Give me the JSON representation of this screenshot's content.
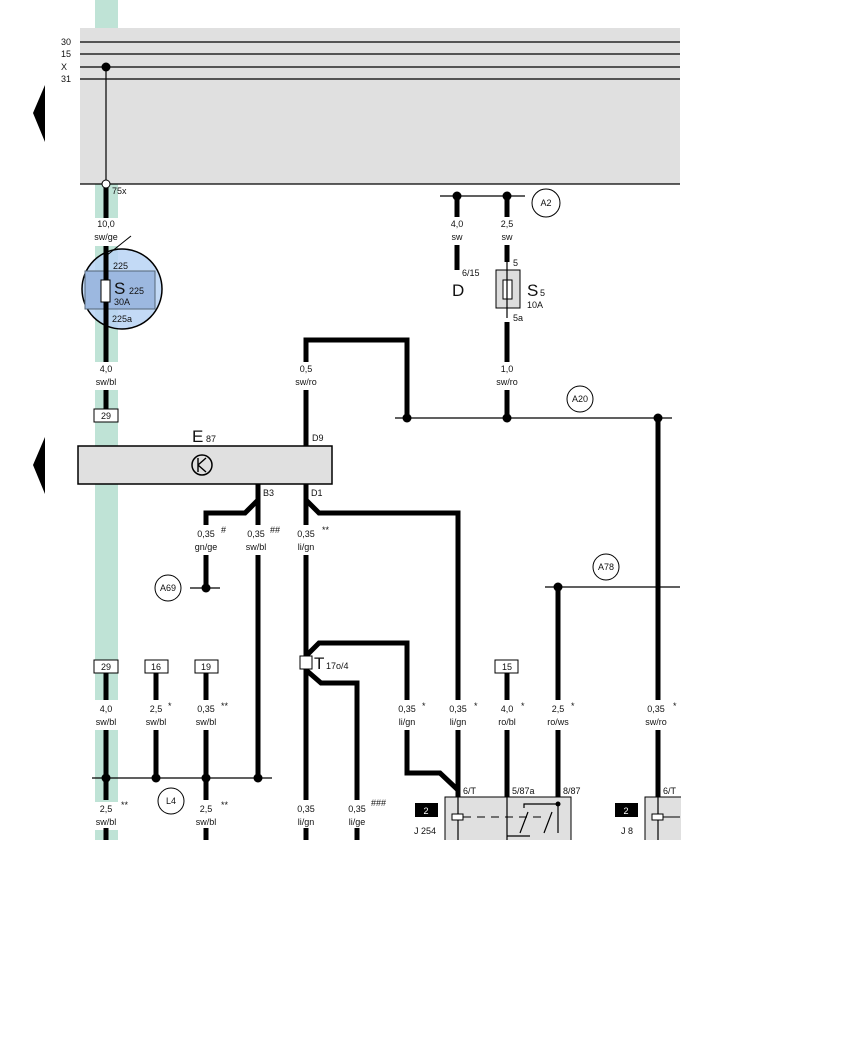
{
  "bus": {
    "lines": [
      "30",
      "15",
      "X",
      "31"
    ],
    "node_75x": "75x"
  },
  "fuses": {
    "s225": {
      "letter": "S",
      "num": "225",
      "rating": "30A",
      "pin_in": "225",
      "pin_out": "225a"
    },
    "s5": {
      "letter": "S",
      "num": "5",
      "rating": "10A",
      "pin_in": "5",
      "pin_out": "5a"
    }
  },
  "components": {
    "e87": {
      "letter": "E",
      "num": "87",
      "pin_d9": "D9",
      "pin_b3": "B3",
      "pin_d1": "D1"
    },
    "d": {
      "letter": "D",
      "pin": "6/15"
    },
    "t17": {
      "letter": "T",
      "num": "17o/4"
    },
    "relay1": {
      "badge": "2",
      "label": "J 254",
      "pins": [
        "6/T",
        "5/87a",
        "8/87"
      ]
    },
    "relay2": {
      "badge": "2",
      "label": "J 8",
      "pins": [
        "6/T"
      ]
    }
  },
  "connectors": {
    "a2": "A2",
    "a20": "A20",
    "a69": "A69",
    "a78": "A78",
    "l4": "L4"
  },
  "ref_boxes": [
    "29",
    "29",
    "16",
    "19",
    "15"
  ],
  "wires": [
    {
      "size": "10,0",
      "color": "sw/ge"
    },
    {
      "size": "4,0",
      "color": "sw/bl"
    },
    {
      "size": "0,5",
      "color": "sw/ro"
    },
    {
      "size": "4,0",
      "color": "sw"
    },
    {
      "size": "2,5",
      "color": "sw"
    },
    {
      "size": "1,0",
      "color": "sw/ro"
    },
    {
      "size": "0,35",
      "color": "gn/ge",
      "mark": "#"
    },
    {
      "size": "0,35",
      "color": "sw/bl",
      "mark": "##"
    },
    {
      "size": "0,35",
      "color": "li/gn",
      "mark": "**"
    },
    {
      "size": "4,0",
      "color": "sw/bl"
    },
    {
      "size": "2,5",
      "color": "sw/bl",
      "mark": "*"
    },
    {
      "size": "0,35",
      "color": "sw/bl",
      "mark": "**"
    },
    {
      "size": "0,35",
      "color": "li/gn",
      "mark": "*"
    },
    {
      "size": "0,35",
      "color": "li/gn",
      "mark": "*"
    },
    {
      "size": "4,0",
      "color": "ro/bl",
      "mark": "*"
    },
    {
      "size": "2,5",
      "color": "ro/ws",
      "mark": "*"
    },
    {
      "size": "0,35",
      "color": "sw/ro",
      "mark": "*"
    },
    {
      "size": "2,5",
      "color": "sw/bl",
      "mark": "**"
    },
    {
      "size": "2,5",
      "color": "sw/bl",
      "mark": "**"
    },
    {
      "size": "0,35",
      "color": "li/gn"
    },
    {
      "size": "0,35",
      "color": "li/ge",
      "mark": "###"
    }
  ],
  "colors": {
    "bus_bg": "#e0e0e0",
    "highlight": "#bfe3d6",
    "fuse_zoom": "#b8d4f5"
  }
}
